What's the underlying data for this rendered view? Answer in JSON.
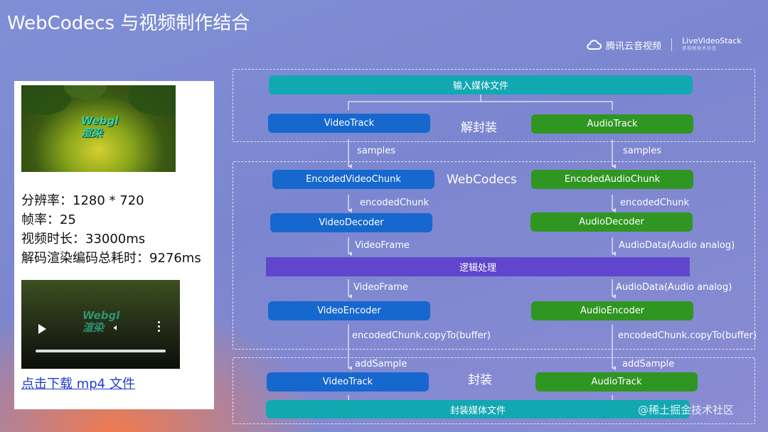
{
  "header": {
    "title": "WebCodecs 与视频制作结合"
  },
  "brand": {
    "left": "腾讯云音视频",
    "right": "LiveVideoStack",
    "right_sub": "音视频技术社区"
  },
  "panel": {
    "thumb_text_1": "Webgl",
    "thumb_text_2": "渲染",
    "info": [
      "分辨率：1280 * 720",
      "帧率：25",
      "视频时长：33000ms",
      "解码渲染编码总耗时：9276ms"
    ],
    "download_link": "点击下载 mp4 文件"
  },
  "diagram": {
    "groups": {
      "demux": "解封装",
      "webcodecs": "WebCodecs",
      "mux": "封装"
    },
    "nodes": {
      "input": "输入媒体文件",
      "video_track_in": "VideoTrack",
      "audio_track_in": "AudioTrack",
      "encoded_video_chunk": "EncodedVideoChunk",
      "encoded_audio_chunk": "EncodedAudioChunk",
      "video_decoder": "VideoDecoder",
      "audio_decoder": "AudioDecoder",
      "logic": "逻辑处理",
      "video_encoder": "VideoEncoder",
      "audio_encoder": "AudioEncoder",
      "video_track_out": "VideoTrack",
      "audio_track_out": "AudioTrack",
      "output": "封装媒体文件"
    },
    "edges": {
      "samples_v": "samples",
      "samples_a": "samples",
      "encoded_chunk_v": "encodedChunk",
      "encoded_chunk_a": "encodedChunk",
      "video_frame_1": "VideoFrame",
      "audio_data_1": "AudioData(Audio analog)",
      "video_frame_2": "VideoFrame",
      "audio_data_2": "AudioData(Audio analog)",
      "copy_v": "encodedChunk.copyTo(buffer)",
      "copy_a": "encodedChunk.copyTo(buffer)",
      "add_sample_v": "addSample",
      "add_sample_a": "addSample"
    }
  },
  "watermark": "@稀土掘金技术社区",
  "colors": {
    "teal": "#12a8b2",
    "blue": "#1668cf",
    "green": "#2f9622",
    "purple": "#6046cc"
  }
}
